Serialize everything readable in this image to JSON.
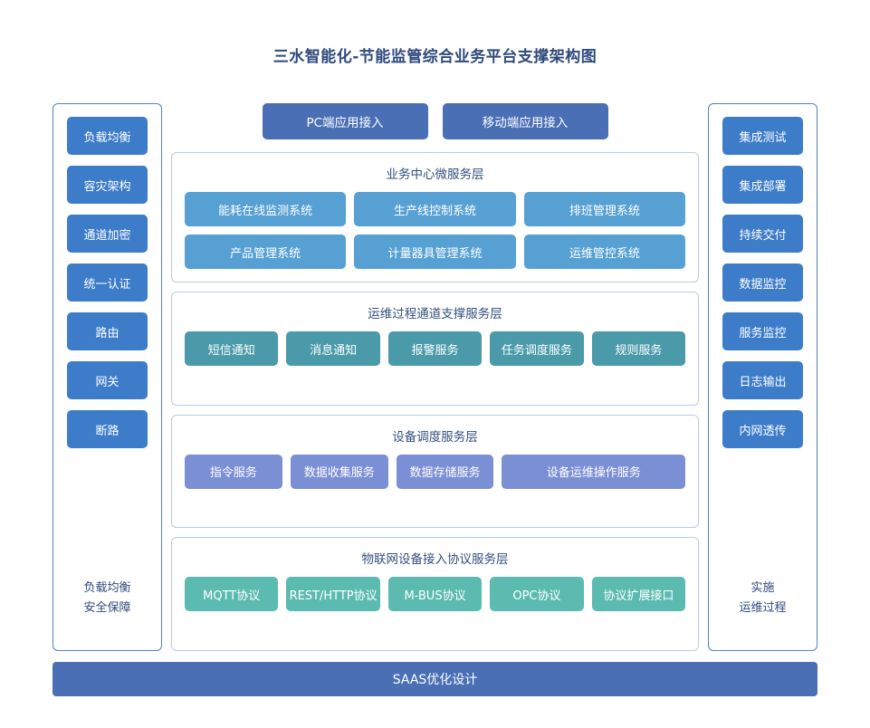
{
  "title": "三水智能化-节能监管综合业务平台支撑架构图",
  "access_buttons": [
    {
      "label": "PC端应用接入"
    },
    {
      "label": "移动端应用接入"
    }
  ],
  "left_sidebar": {
    "items": [
      {
        "label": "负载均衡"
      },
      {
        "label": "容灾架构"
      },
      {
        "label": "通道加密"
      },
      {
        "label": "统一认证"
      },
      {
        "label": "路由"
      },
      {
        "label": "网关"
      },
      {
        "label": "断路"
      }
    ],
    "caption_line1": "负载均衡",
    "caption_line2": "安全保障"
  },
  "right_sidebar": {
    "items": [
      {
        "label": "集成测试"
      },
      {
        "label": "集成部署"
      },
      {
        "label": "持续交付"
      },
      {
        "label": "数据监控"
      },
      {
        "label": "服务监控"
      },
      {
        "label": "日志输出"
      },
      {
        "label": "内网透传"
      }
    ],
    "caption_line1": "实施",
    "caption_line2": "运维过程"
  },
  "layers": [
    {
      "title": "业务中心微服务层",
      "nodes": [
        {
          "label": "能耗在线监测系统"
        },
        {
          "label": "生产线控制系统"
        },
        {
          "label": "排班管理系统"
        },
        {
          "label": "产品管理系统"
        },
        {
          "label": "计量器具管理系统"
        },
        {
          "label": "运维管控系统"
        }
      ]
    },
    {
      "title": "运维过程通道支撑服务层",
      "nodes": [
        {
          "label": "短信通知"
        },
        {
          "label": "消息通知"
        },
        {
          "label": "报警服务"
        },
        {
          "label": "任务调度服务"
        },
        {
          "label": "规则服务"
        }
      ]
    },
    {
      "title": "设备调度服务层",
      "nodes": [
        {
          "label": "指令服务"
        },
        {
          "label": "数据收集服务"
        },
        {
          "label": "数据存储服务"
        },
        {
          "label": "设备运维操作服务"
        }
      ]
    },
    {
      "title": "物联网设备接入协议服务层",
      "nodes": [
        {
          "label": "MQTT协议"
        },
        {
          "label": "REST/HTTP协议"
        },
        {
          "label": "M-BUS协议"
        },
        {
          "label": "OPC协议"
        },
        {
          "label": "协议扩展接口"
        }
      ]
    }
  ],
  "bottom_bar": {
    "label": "SAAS优化设计"
  },
  "colors": {
    "title": "#2e4a7d",
    "access_button": "#4a6fb5",
    "sidebar_button": "#3d7cc9",
    "business_node": "#56a0d3",
    "ops_node": "#4a9aaa",
    "device_node": "#7b8fd4",
    "iot_node": "#5cbbb0",
    "bottom_bar": "#4a6fb5",
    "panel_border": "#b9cbe6",
    "sidebar_border": "#5b7fc4"
  }
}
